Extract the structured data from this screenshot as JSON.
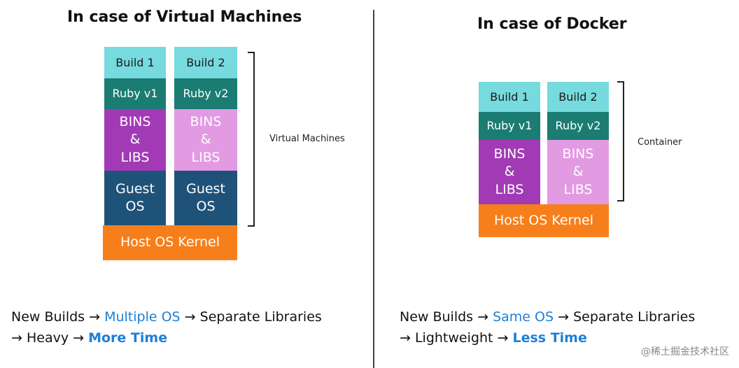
{
  "vm": {
    "title": "In case of Virtual Machines",
    "build1": "Build 1",
    "build2": "Build 2",
    "ruby1": "Ruby v1",
    "ruby2": "Ruby v2",
    "bins1": "BINS\n&\nLIBS",
    "bins2": "BINS\n&\nLIBS",
    "guest1": "Guest\nOS",
    "guest2": "Guest\nOS",
    "kernel": "Host OS Kernel",
    "brace_label": "Virtual Machines",
    "caption": {
      "new_builds": "New Builds",
      "os": "Multiple OS",
      "libs": "Separate Libraries",
      "weight": "Heavy",
      "time": "More Time"
    }
  },
  "docker": {
    "title": "In case of Docker",
    "build1": "Build 1",
    "build2": "Build 2",
    "ruby1": "Ruby v1",
    "ruby2": "Ruby v2",
    "bins1": "BINS\n&\nLIBS",
    "bins2": "BINS\n&\nLIBS",
    "kernel": "Host OS Kernel",
    "brace_label": "Container",
    "caption": {
      "new_builds": "New Builds",
      "os": "Same OS",
      "libs": "Separate Libraries",
      "weight": "Lightweight",
      "time": "Less Time"
    }
  },
  "arrow": "→",
  "watermark": "@稀土掘金技术社区",
  "colors": {
    "build": "#76dade",
    "ruby": "#1b7c73",
    "bins_dark": "#a23ab6",
    "bins_light": "#e29ae3",
    "guest": "#1f5278",
    "kernel": "#f77f1b",
    "highlight": "#1e7fd6"
  }
}
